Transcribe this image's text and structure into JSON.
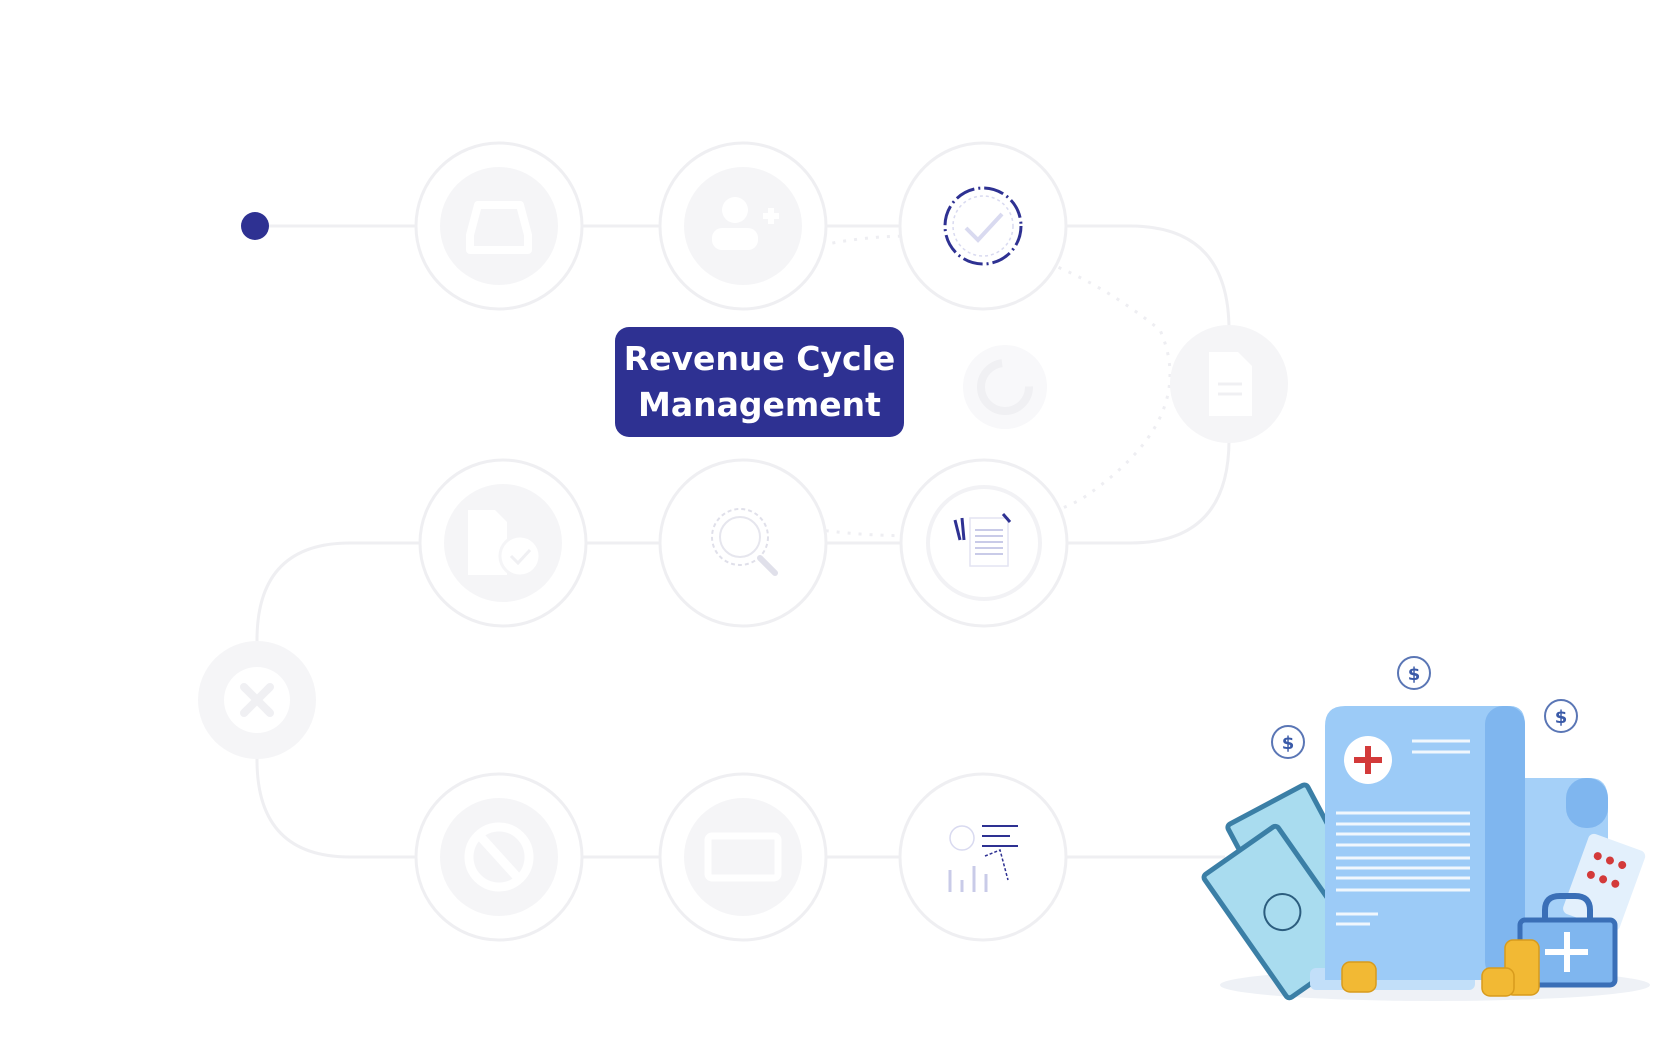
{
  "title": {
    "line1": "Revenue Cycle",
    "line2": "Management"
  },
  "colors": {
    "accent": "#2e3192",
    "node_fill": "#f5f5f7",
    "track": "#efeff2",
    "illustration_blue": "#8ec2f5"
  },
  "steps": [
    {
      "icon": "inbox-icon"
    },
    {
      "icon": "add-user-icon"
    },
    {
      "icon": "verified-check-icon",
      "highlighted": true
    },
    {
      "icon": "document-icon"
    },
    {
      "icon": "refresh-icon"
    },
    {
      "icon": "invoice-icon",
      "highlighted": true
    },
    {
      "icon": "search-icon",
      "highlighted": true
    },
    {
      "icon": "file-check-icon"
    },
    {
      "icon": "denied-x-icon"
    },
    {
      "icon": "blocked-icon"
    },
    {
      "icon": "payment-card-icon"
    },
    {
      "icon": "analytics-report-icon",
      "highlighted": true
    }
  ],
  "illustration": {
    "icon": "medical-billing-illustration"
  }
}
